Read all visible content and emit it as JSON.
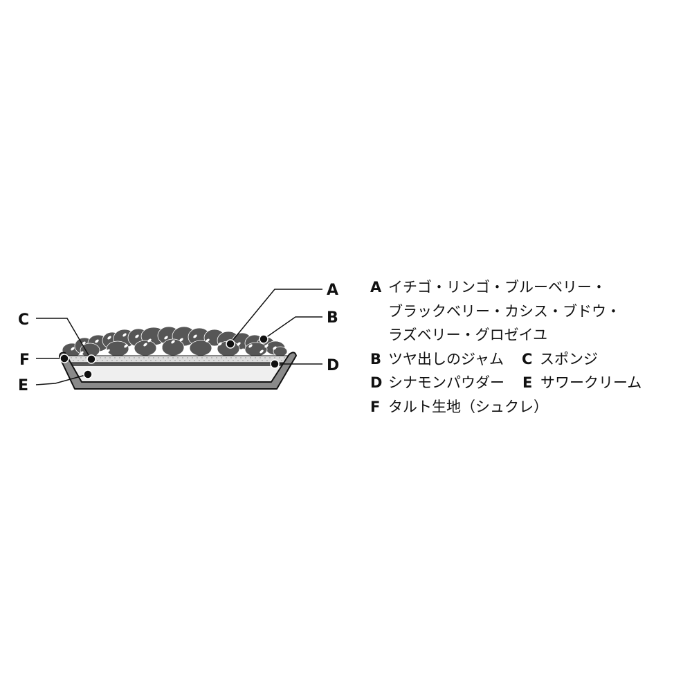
{
  "diagram": {
    "callouts": [
      "A",
      "B",
      "C",
      "D",
      "E",
      "F"
    ]
  },
  "legend": {
    "A": {
      "key": "A",
      "lines": [
        "イチゴ・リンゴ・ブルーベリー・",
        "ブラックベリー・カシス・ブドウ・",
        "ラズベリー・グロゼイユ"
      ]
    },
    "B": {
      "key": "B",
      "text": "ツヤ出しのジャム"
    },
    "C": {
      "key": "C",
      "text": "スポンジ"
    },
    "D": {
      "key": "D",
      "text": "シナモンパウダー"
    },
    "E": {
      "key": "E",
      "text": "サワークリーム"
    },
    "F": {
      "key": "F",
      "text": "タルト生地（シュクレ）"
    }
  },
  "colors": {
    "fruit": "#565656",
    "pan": "#8a8a8a",
    "cream": "#efefef",
    "sponge": "#dcdcdc",
    "cinnamon": "#5a5a5a"
  }
}
